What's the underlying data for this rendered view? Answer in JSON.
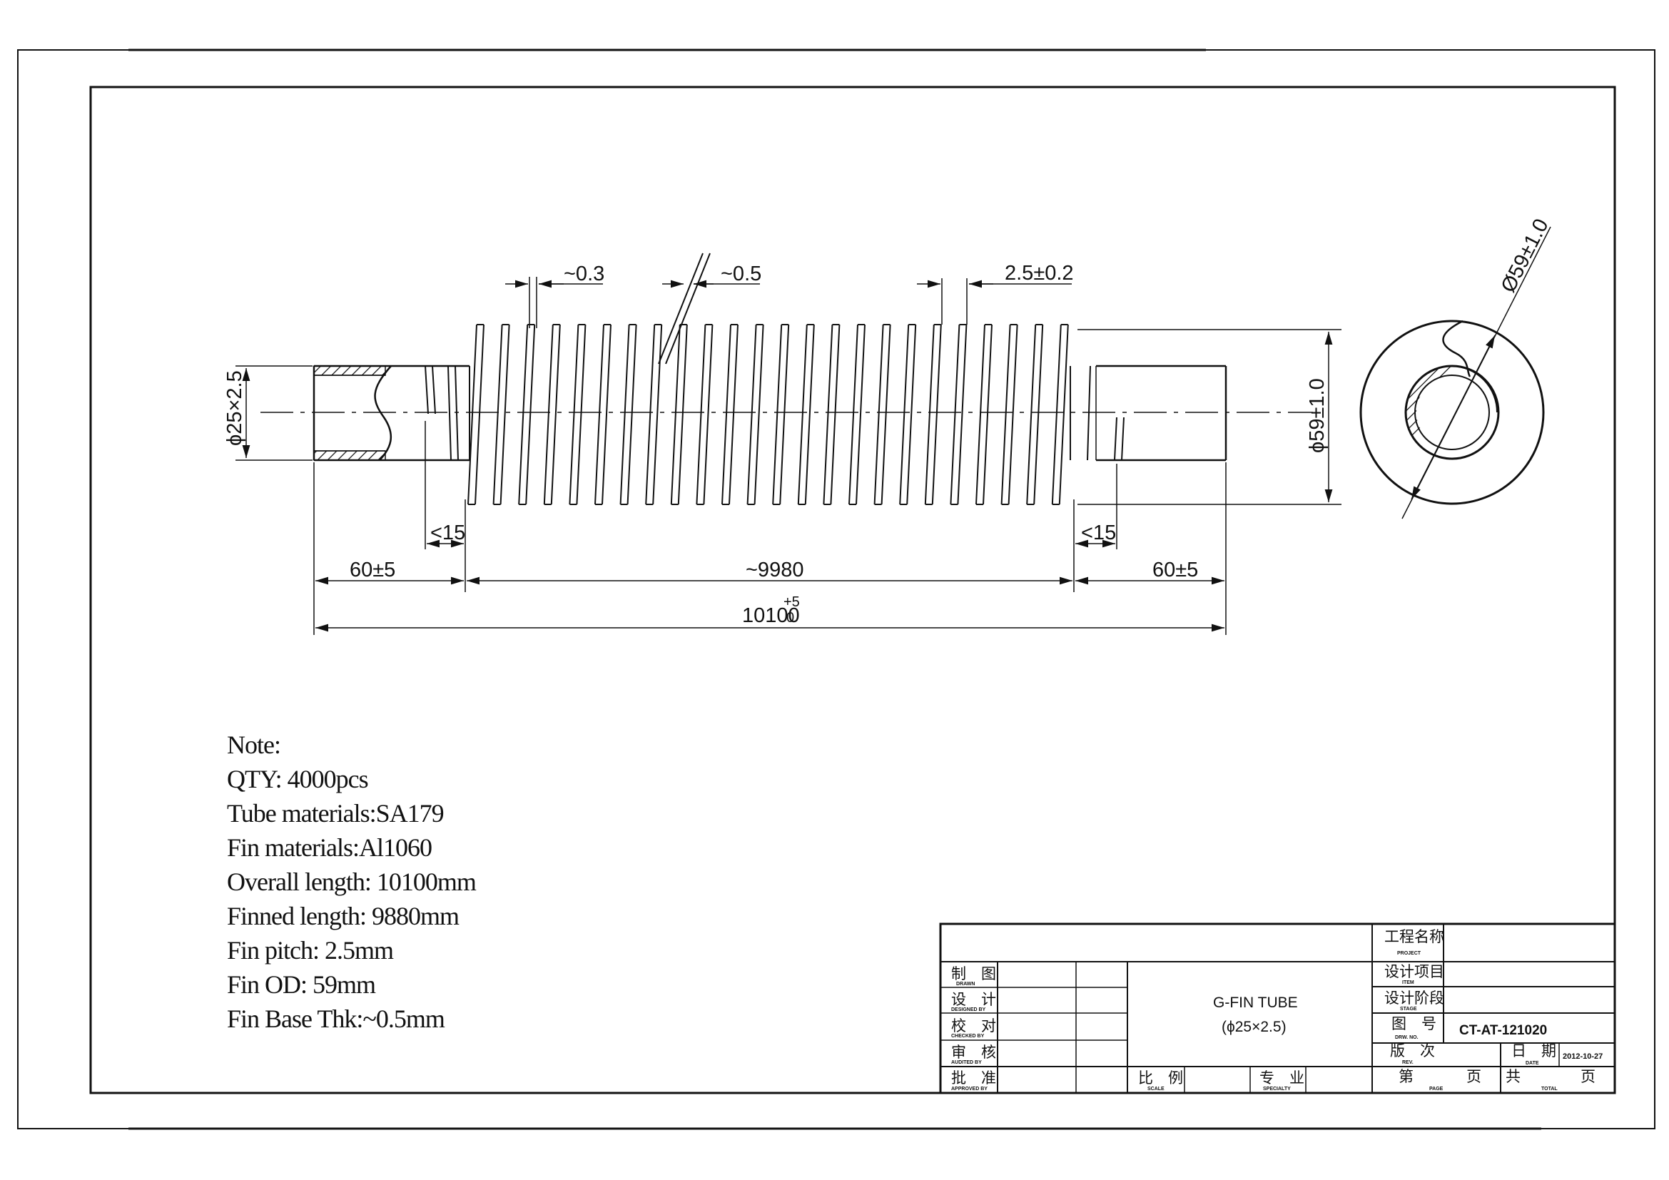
{
  "notes": {
    "heading": "Note:",
    "lines": [
      "QTY: 4000pcs",
      "Tube materials:SA179",
      "Fin materials:Al1060",
      "Overall length: 10100mm",
      "Finned length:  9880mm",
      "Fin pitch: 2.5mm",
      "Fin OD: 59mm",
      "Fin Base Thk:~0.5mm"
    ]
  },
  "dimensions": {
    "fin_thickness": "~0.3",
    "fin_base": "~0.5",
    "pitch": "2.5±0.2",
    "tube_dia": "ϕ25×2.5",
    "fin_od": "ϕ59±1.0",
    "fin_od_end": "Ø59±1.0",
    "left_gap": "<15",
    "right_gap": "<15",
    "left_end": "60±5",
    "finned": "~9980",
    "right_end": "60±5",
    "overall": "10100",
    "overall_tol_upper": "+5",
    "overall_tol_lower": "0"
  },
  "title_block": {
    "rows_left": [
      {
        "cn": "制　图",
        "en": "DRAWN"
      },
      {
        "cn": "设　计",
        "en": "DESIGNED BY"
      },
      {
        "cn": "校　对",
        "en": "CHECKED BY"
      },
      {
        "cn": "审　核",
        "en": "AUDITED BY"
      },
      {
        "cn": "批　准",
        "en": "APPROVED BY"
      }
    ],
    "title_line1": "G-FIN TUBE",
    "title_line2": "(ϕ25×2.5)",
    "scale_cn": "比　例",
    "scale_en": "SCALE",
    "specialty_cn": "专　业",
    "specialty_en": "SPECIALTY",
    "right_labels": [
      {
        "cn": "工程名称",
        "en": "PROJECT"
      },
      {
        "cn": "设计项目",
        "en": "ITEM"
      },
      {
        "cn": "设计阶段",
        "en": "STAGE"
      },
      {
        "cn": "图　号",
        "en": "DRW. NO."
      },
      {
        "cn": "版　次",
        "en": "REV."
      }
    ],
    "drawing_no": "CT-AT-121020",
    "date_cn": "日　期",
    "date_en": "DATE",
    "date_value": "2012-10-27",
    "page_cn": "第",
    "page_cn2": "页",
    "page_en": "PAGE",
    "total_cn": "共",
    "total_cn2": "页",
    "total_en": "TOTAL"
  }
}
